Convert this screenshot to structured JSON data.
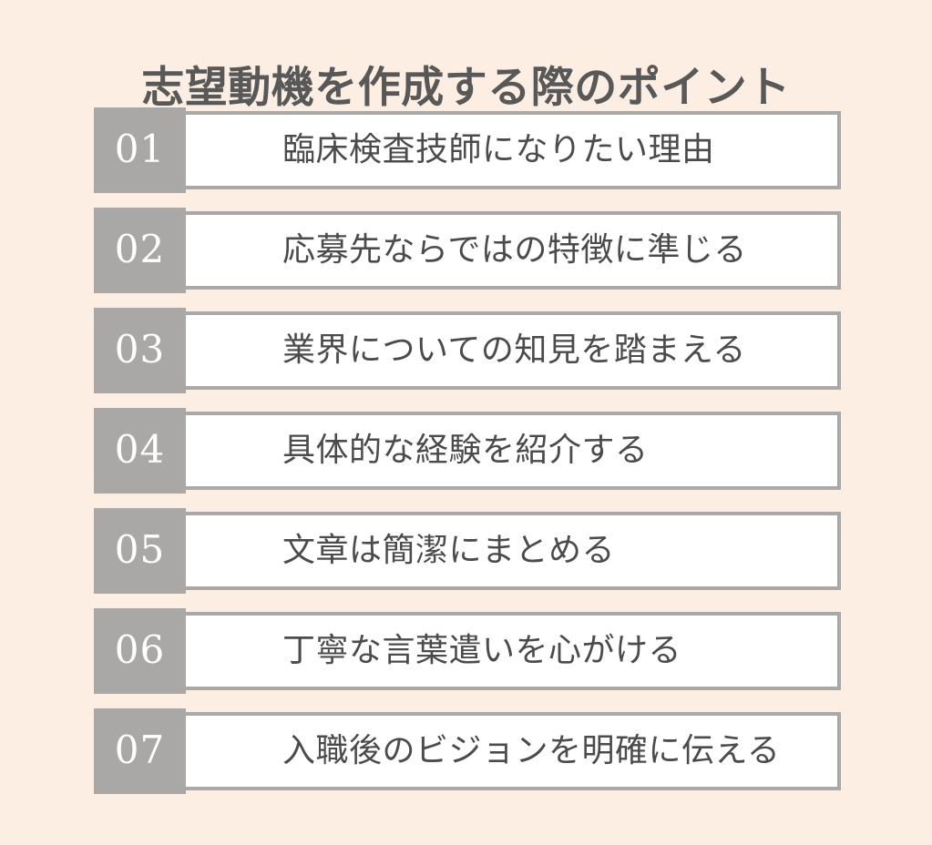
{
  "page": {
    "title": "志望動機を作成する際のポイント",
    "background_color": "#fdeee3",
    "title_color": "#585858",
    "badge_color": "#a9a8a6",
    "panel_background": "#ffffff",
    "panel_border_color": "#a9a8a6",
    "body_text_color": "#4b4b4b"
  },
  "items": [
    {
      "number": "01",
      "text": "臨床検査技師になりたい理由"
    },
    {
      "number": "02",
      "text": "応募先ならではの特徴に準じる"
    },
    {
      "number": "03",
      "text": "業界についての知見を踏まえる"
    },
    {
      "number": "04",
      "text": "具体的な経験を紹介する"
    },
    {
      "number": "05",
      "text": "文章は簡潔にまとめる"
    },
    {
      "number": "06",
      "text": "丁寧な言葉遣いを心がける"
    },
    {
      "number": "07",
      "text": "入職後のビジョンを明確に伝える"
    }
  ]
}
